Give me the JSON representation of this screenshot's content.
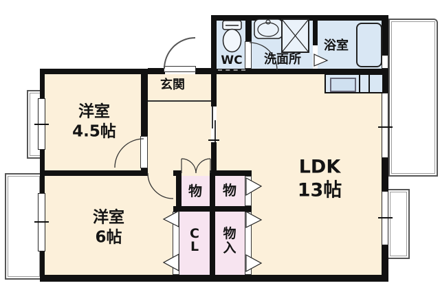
{
  "plan_title": "apartment-floorplan",
  "colors": {
    "wall": "#111111",
    "room_floor_cream": "#fcf0da",
    "wet_area_blue": "#d9e7f4",
    "closet_pink": "#f7e4f0",
    "outline_gray": "#555555"
  },
  "rooms": {
    "entrance": {
      "label": "玄関"
    },
    "wc": {
      "label": "WC"
    },
    "washroom": {
      "label": "洗面所"
    },
    "bathroom": {
      "label": "浴室"
    },
    "western_room_4_5": {
      "label": "洋室\n4.5帖"
    },
    "western_room_6": {
      "label": "洋室\n6帖"
    },
    "ldk": {
      "label": "LDK\n13帖"
    },
    "storage_hall": {
      "label": "物"
    },
    "storage_ldk_upper": {
      "label": "物"
    },
    "closet": {
      "label": "C\nL"
    },
    "storage_ldk_lower": {
      "label": "物\n入"
    }
  }
}
